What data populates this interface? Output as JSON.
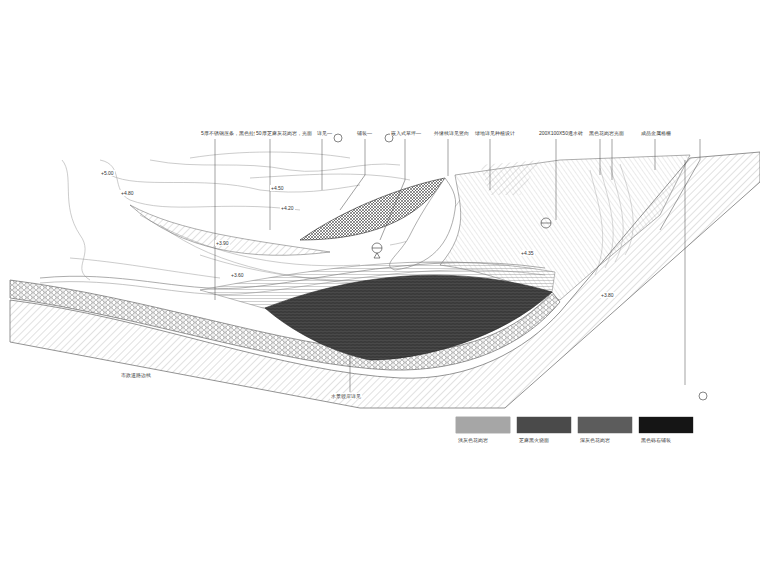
{
  "diagram": {
    "labels": [
      "5厚不锈钢压条，黑色拉丝",
      "50厚芝麻灰花岗岩，光面",
      "详见—",
      "铺装—",
      "嵌入式草坪—",
      "外缘线详见竖向",
      "绿地详见种植设计",
      "200X100X50透水砖",
      "黑色花岗岩光面",
      "成品金属格栅",
      "市政道路边线",
      "水景驳岸详见",
      "+5.00",
      "+4.80",
      "+4.50",
      "+4.20",
      "+3.90",
      "+3.60",
      "+4.35",
      "+3.80"
    ],
    "legend": [
      {
        "text": "浅灰色花岗岩",
        "color": "#a6a6a6"
      },
      {
        "text": "芝麻黑火烧面",
        "color": "#4a4a4a"
      },
      {
        "text": "深灰色花岗岩",
        "color": "#5c5c5c"
      },
      {
        "text": "黑色砾石铺装",
        "color": "#151515"
      }
    ]
  }
}
